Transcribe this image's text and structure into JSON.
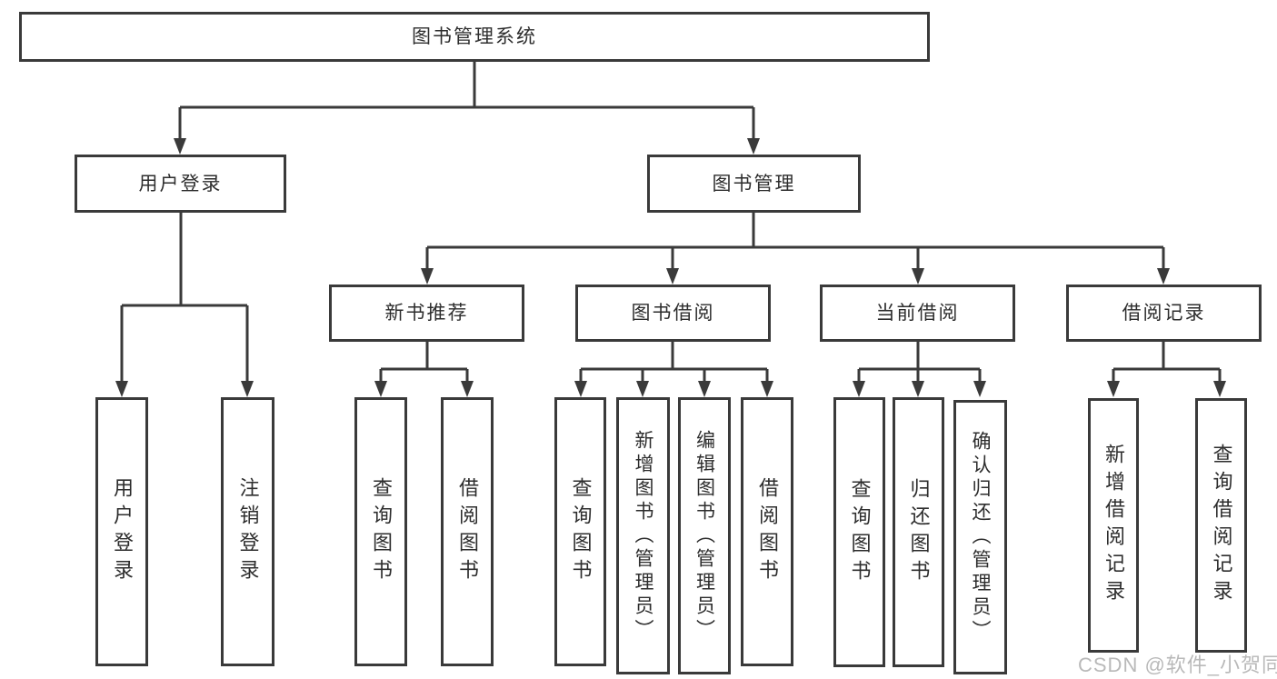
{
  "diagram": {
    "title": "图书管理系统",
    "colors": {
      "line": "#3a3a3a",
      "text": "#2d2d2d",
      "background": "#ffffff",
      "watermark": "#b9b9b9"
    },
    "nodes": {
      "root": {
        "label": "图书管理系统"
      },
      "user_login": {
        "label": "用户登录"
      },
      "book_mgmt": {
        "label": "图书管理"
      },
      "new_book": {
        "label": "新书推荐"
      },
      "book_borrow": {
        "label": "图书借阅"
      },
      "current_borrow": {
        "label": "当前借阅"
      },
      "borrow_record": {
        "label": "借阅记录"
      },
      "leaf_user_login": {
        "label": "用户登录"
      },
      "leaf_logout": {
        "label": "注销登录"
      },
      "leaf_query_book_1": {
        "label": "查询图书"
      },
      "leaf_borrow_book_1": {
        "label": "借阅图书"
      },
      "leaf_query_book_2": {
        "label": "查询图书"
      },
      "leaf_add_book": {
        "label": "新增图书（管理员）"
      },
      "leaf_edit_book": {
        "label": "编辑图书（管理员）"
      },
      "leaf_borrow_book_2": {
        "label": "借阅图书"
      },
      "leaf_query_book_3": {
        "label": "查询图书"
      },
      "leaf_return_book": {
        "label": "归还图书"
      },
      "leaf_confirm_return": {
        "label": "确认归还（管理员）"
      },
      "leaf_add_record": {
        "label": "新增借阅记录"
      },
      "leaf_query_record": {
        "label": "查询借阅记录"
      }
    },
    "structure": [
      {
        "parent": "图书管理系统",
        "children": [
          "用户登录",
          "图书管理"
        ]
      },
      {
        "parent": "用户登录",
        "children": [
          "用户登录",
          "注销登录"
        ]
      },
      {
        "parent": "图书管理",
        "children": [
          "新书推荐",
          "图书借阅",
          "当前借阅",
          "借阅记录"
        ]
      },
      {
        "parent": "新书推荐",
        "children": [
          "查询图书",
          "借阅图书"
        ]
      },
      {
        "parent": "图书借阅",
        "children": [
          "查询图书",
          "新增图书（管理员）",
          "编辑图书（管理员）",
          "借阅图书"
        ]
      },
      {
        "parent": "当前借阅",
        "children": [
          "查询图书",
          "归还图书",
          "确认归还（管理员）"
        ]
      },
      {
        "parent": "借阅记录",
        "children": [
          "新增借阅记录",
          "查询借阅记录"
        ]
      }
    ]
  },
  "watermark": {
    "text": "CSDN @软件_小贺同学"
  }
}
